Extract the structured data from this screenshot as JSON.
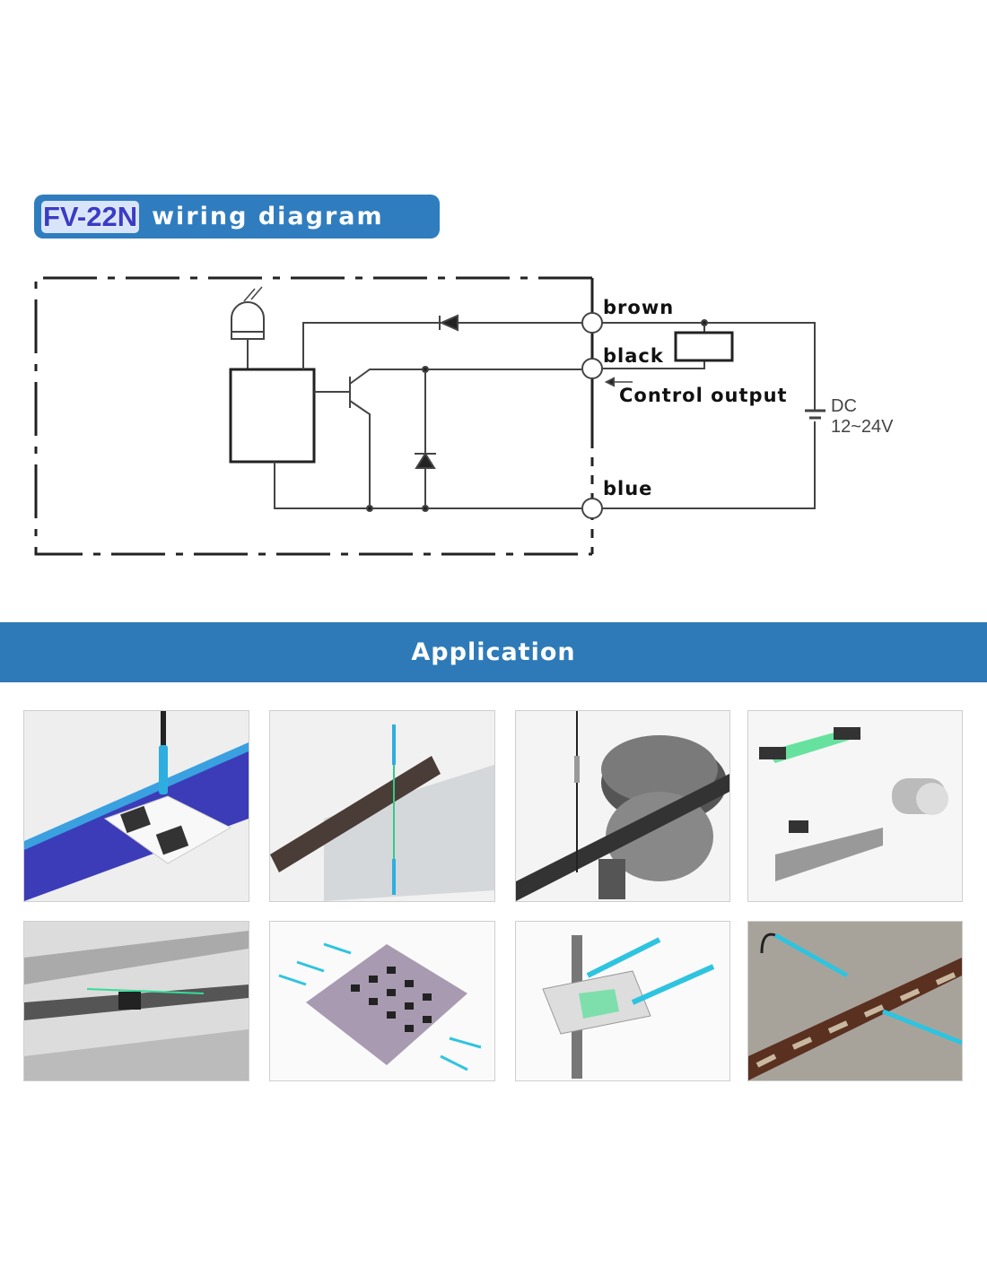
{
  "header": {
    "model": "FV-22N",
    "title": "wiring diagram"
  },
  "diagram": {
    "wires": {
      "brown": "brown",
      "black": "black",
      "blue": "blue"
    },
    "control_output": "Control output",
    "supply": {
      "type": "DC",
      "voltage": "12~24V"
    }
  },
  "application": {
    "title": "Application",
    "images": [
      "chip-tray-detection",
      "glass-sheet-detection",
      "feeder-bowl-detection",
      "multi-sensor-overview",
      "conveyor-rail-detection",
      "chip-array-detection",
      "u-bracket-tube-detection",
      "tape-hole-detection"
    ]
  },
  "colors": {
    "banner": "#2e7ab8",
    "pill": "#2f7dbf",
    "model_text": "#3b3cc4",
    "fiber_cyan": "#2ec4e0"
  }
}
